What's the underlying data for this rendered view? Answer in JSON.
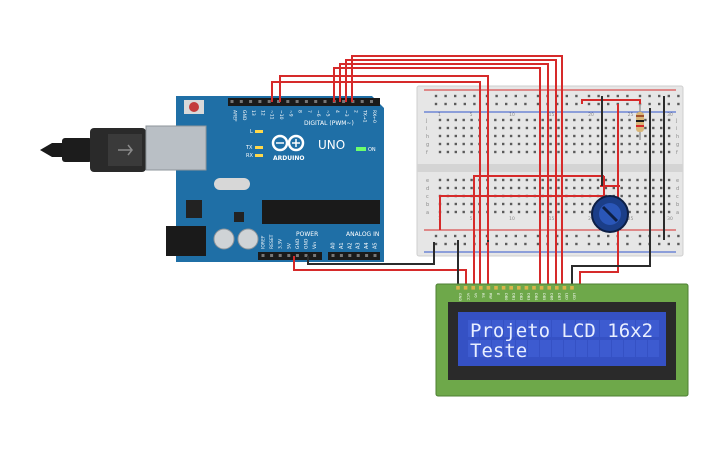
{
  "arduino": {
    "brand": "ARDUINO",
    "model": "UNO",
    "digital_label": "DIGITAL (PWM~)",
    "power_label": "POWER",
    "analog_label": "ANALOG IN",
    "on_label": "ON",
    "tx_label": "TX",
    "rx_label": "RX",
    "l_label": "L",
    "top_pins": [
      "AREF",
      "GND",
      "13",
      "12",
      "~11",
      "~10",
      "~9",
      "8",
      "7",
      "~6",
      "~5",
      "4",
      "~3",
      "2",
      "TX→1",
      "RX←0"
    ],
    "power_pins": [
      "IOREF",
      "RESET",
      "3.3V",
      "5V",
      "GND",
      "GND",
      "Vin"
    ],
    "analog_pins": [
      "A0",
      "A1",
      "A2",
      "A3",
      "A4",
      "A5"
    ]
  },
  "breadboard": {
    "row_letters_top": [
      "j",
      "i",
      "h",
      "g",
      "f"
    ],
    "row_letters_bottom": [
      "e",
      "d",
      "c",
      "b",
      "a"
    ],
    "column_numbers": [
      "1",
      "5",
      "10",
      "15",
      "20",
      "25",
      "30"
    ]
  },
  "lcd": {
    "line1": "Projeto LCD 16x2",
    "line2": "Teste",
    "pins": [
      "GND",
      "VCC",
      "V0",
      "RS",
      "RW",
      "E",
      "DB0",
      "DB1",
      "DB2",
      "DB3",
      "DB4",
      "DB5",
      "DB6",
      "DB7",
      "LED",
      "LED"
    ]
  },
  "colors": {
    "arduino_board": "#1f6fa6",
    "breadboard": "#e6e6e6",
    "lcd_pcb": "#6ea84a",
    "lcd_screen": "#3551c4",
    "wire_red": "#d62a2a",
    "wire_black": "#2b2b2b"
  }
}
